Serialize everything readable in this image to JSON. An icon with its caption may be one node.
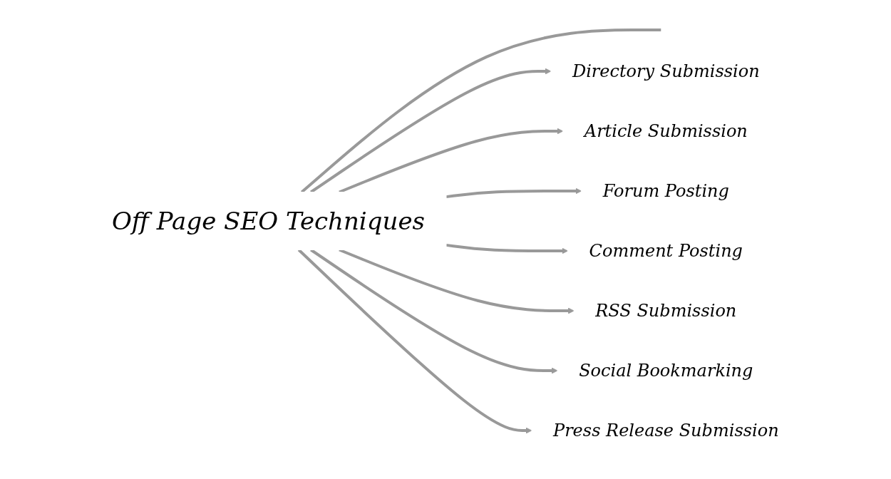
{
  "diagram": {
    "nodes": [
      {
        "text": [
          "Off Page SEO Techniques"
        ]
      },
      {
        "text": [
          "Directory Submission"
        ]
      },
      {
        "text": [
          "Article Submission"
        ]
      },
      {
        "text": [
          "Forum Posting"
        ]
      },
      {
        "text": [
          "Comment Posting"
        ]
      },
      {
        "text": [
          "RSS Submission"
        ]
      },
      {
        "text": [
          "Social Bookmarking"
        ]
      },
      {
        "text": [
          "Press Release Submission"
        ]
      }
    ],
    "edges": [
      {
        "from": 0,
        "to": null,
        "arrow": "none"
      },
      {
        "from": 0,
        "to": 1,
        "arrow": "to"
      },
      {
        "from": 0,
        "to": 2,
        "arrow": "to"
      },
      {
        "from": 0,
        "to": 3,
        "arrow": "to"
      },
      {
        "from": 0,
        "to": 4,
        "arrow": "to"
      },
      {
        "from": 0,
        "to": 5,
        "arrow": "to"
      },
      {
        "from": 0,
        "to": 6,
        "arrow": "to"
      },
      {
        "from": 0,
        "to": 7,
        "arrow": "to"
      }
    ]
  }
}
